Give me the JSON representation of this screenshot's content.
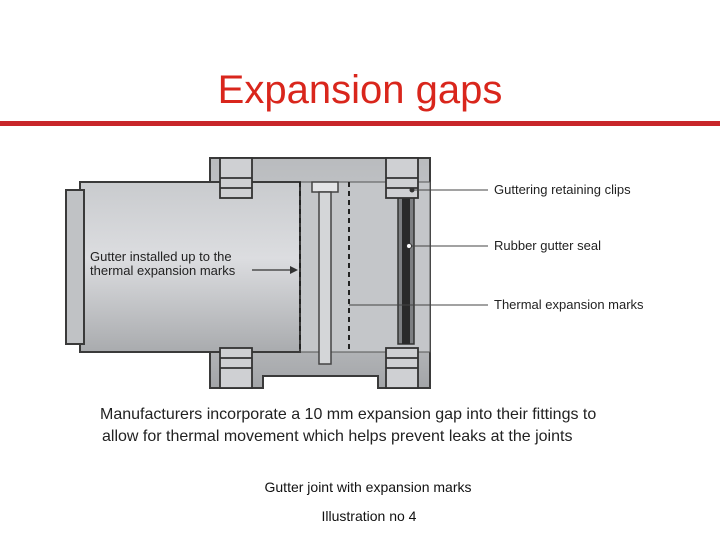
{
  "slide": {
    "title": "Expansion gaps",
    "accent_color": "#c8262a"
  },
  "diagram": {
    "labels": {
      "clips": "Guttering retaining clips",
      "seal": "Rubber gutter seal",
      "marks": "Thermal expansion marks",
      "gutter_line1": "Gutter installed up to the",
      "gutter_line2": "thermal expansion marks"
    }
  },
  "caption": {
    "line1": "Manufacturers incorporate a 10 mm expansion gap into their fittings to",
    "line2": "allow for thermal movement which helps prevent leaks at the joints"
  },
  "figure": {
    "title": "Gutter joint with expansion marks",
    "number": "Illustration no 4"
  }
}
